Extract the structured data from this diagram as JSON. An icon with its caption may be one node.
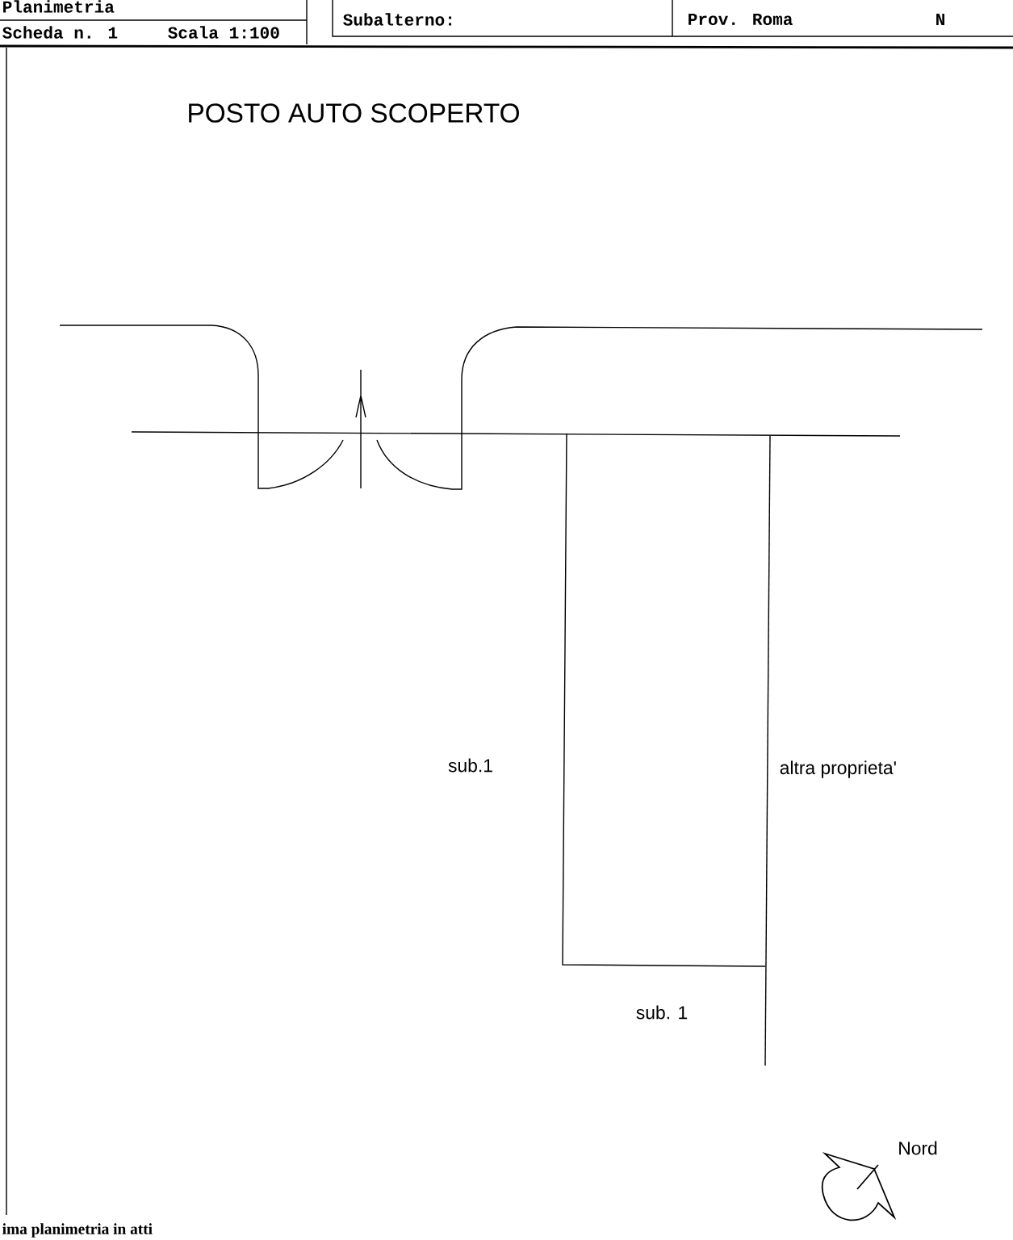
{
  "diagram": {
    "title": "POSTO AUTO SCOPERTO",
    "labels": [
      "Planimetria",
      "Scheda n. 1",
      "Scala 1:100",
      "Subalterno:",
      "Prov. Roma",
      "N",
      "sub.1",
      "altra proprieta'",
      "sub. 1",
      "Nord",
      "ima planimetria in atti"
    ]
  }
}
